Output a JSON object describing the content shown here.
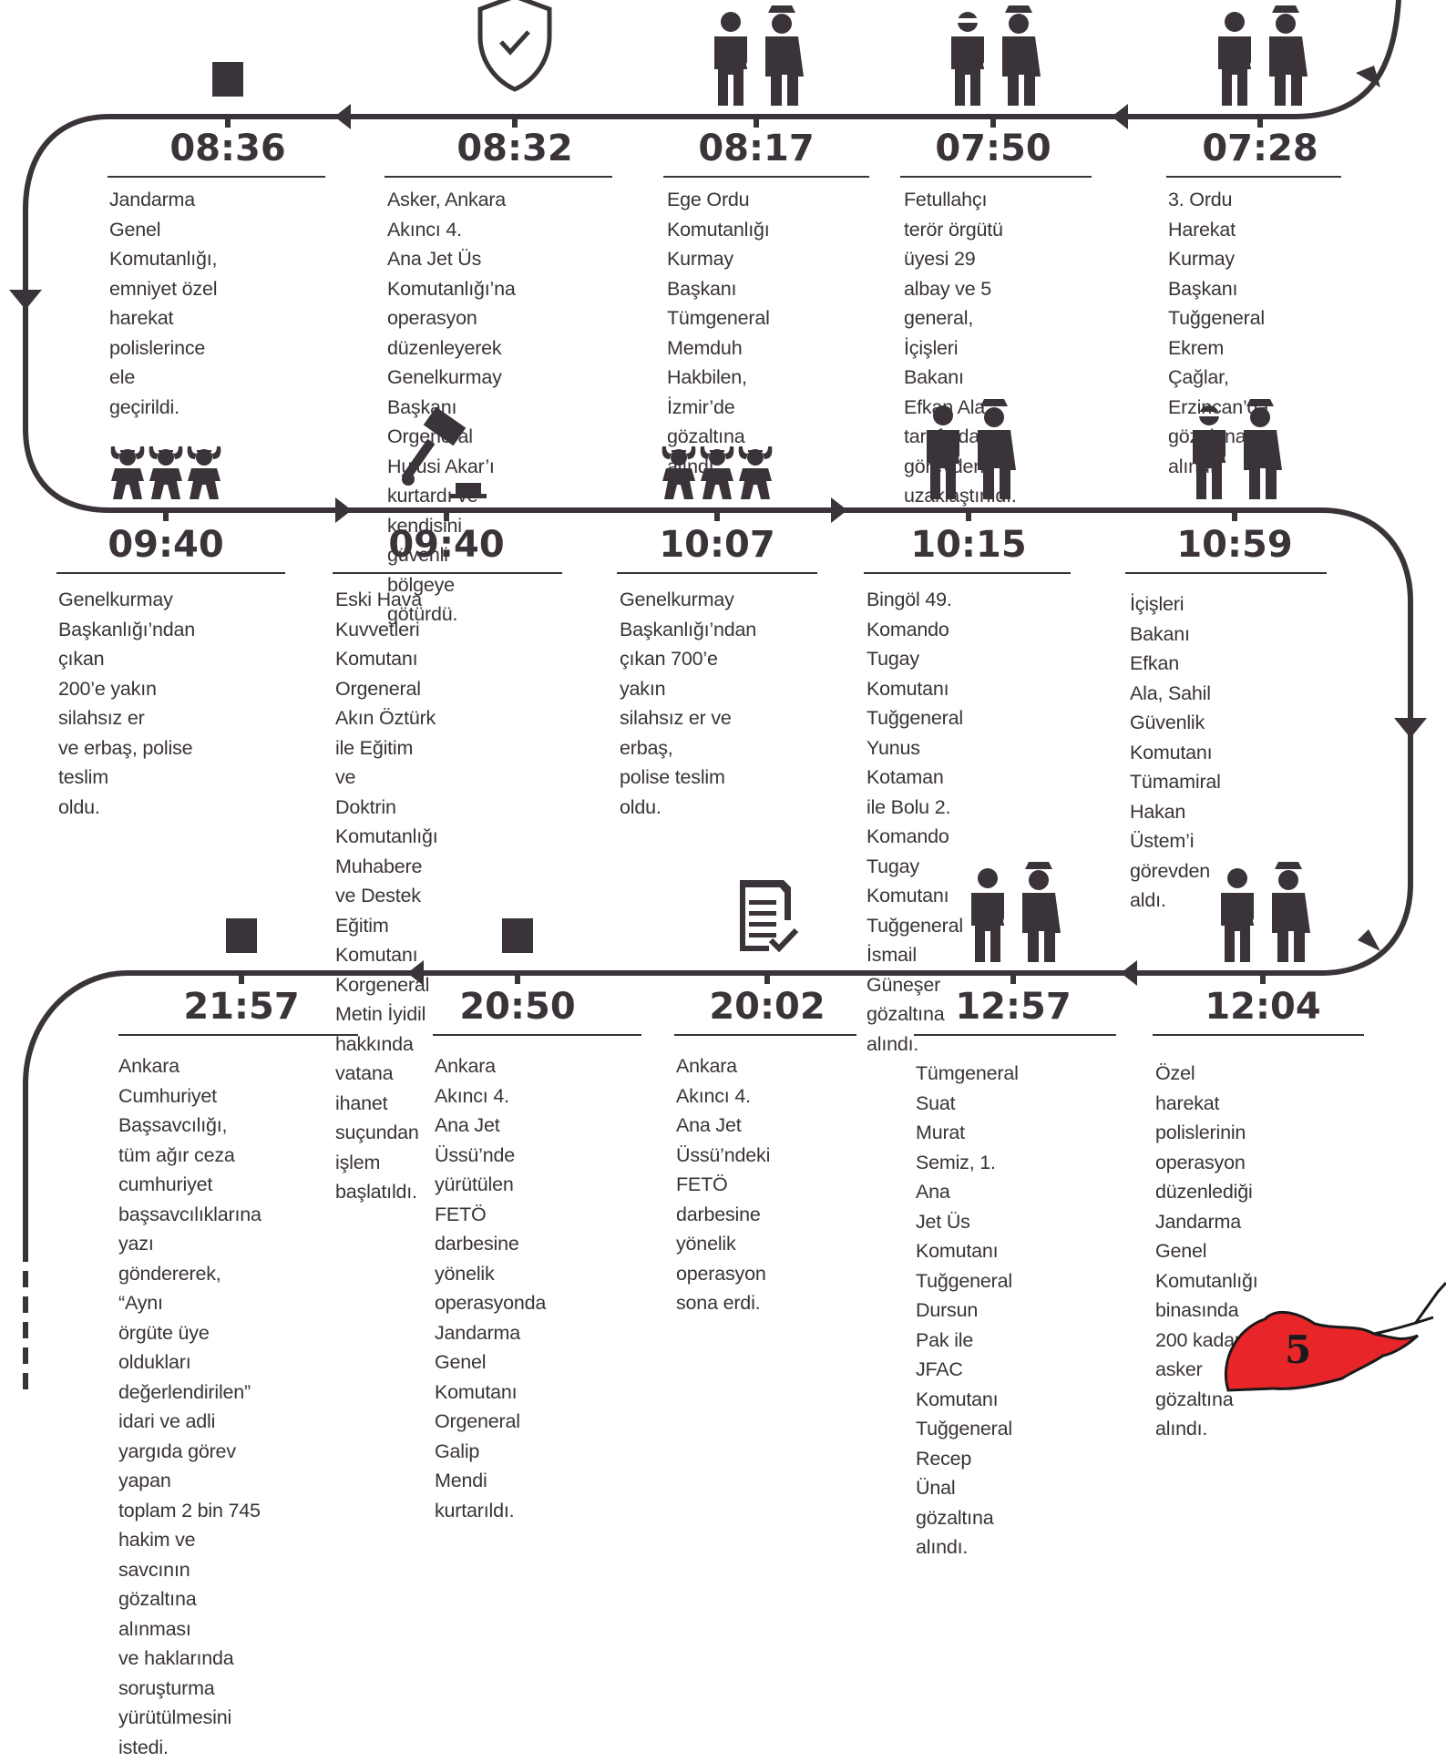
{
  "colors": {
    "ink": "#3a3339",
    "badge_red": "#e8262a"
  },
  "rows": [
    {
      "events": [
        {
          "time": "08:36",
          "icon": "square-icon",
          "text": "Jandarma Genel\nKomutanlığı, emniyet özel\nharekat polislerince ele\ngeçirildi."
        },
        {
          "time": "08:32",
          "icon": "shield-check-icon",
          "text": "Asker, Ankara Akıncı 4.\nAna Jet Üs Komutanlığı’na\noperasyon düzenleyerek\nGenelkurmay Başkanı\nOrgeneral Hulusi Akar’ı\nkurtardı ve kendisini\ngüvenli bölgeye götürdü."
        },
        {
          "time": "08:17",
          "icon": "arrested-person-with-police-icon",
          "text": "Ege Ordu\nKomutanlığı Kurmay\nBaşkanı Tümgeneral\nMemduh Hakbilen,\nİzmir’de gözaltına\nalındı."
        },
        {
          "time": "07:50",
          "icon": "masked-detainee-with-police-icon",
          "text": "Fetullahçı terör örgütü\nüyesi 29 albay ve 5\ngeneral, İçişleri Bakanı\nEfkan Ala tarafından\ngörevden uzaklaştırıldı."
        },
        {
          "time": "07:28",
          "icon": "arrested-person-with-police-icon",
          "text": "3. Ordu Harekat\nKurmay Başkanı\nTuğgeneral Ekrem\nÇağlar, Erzincan’da\ngözaltına alındı."
        }
      ]
    },
    {
      "events": [
        {
          "time": "09:40",
          "icon": "surrendering-soldiers-icon",
          "text": "Genelkurmay\nBaşkanlığı’ndan çıkan\n200’e yakın silahsız er\nve erbaş, polise teslim\noldu."
        },
        {
          "time": "09:40",
          "icon": "gavel-icon",
          "text": "Eski Hava Kuvvetleri\nKomutanı Orgeneral\nAkın Öztürk ile Eğitim ve\nDoktrin Komutanlığı\nMuhabere ve Destek\nEğitim Komutanı\nKorgeneral Metin İyidil\nhakkında vatana ihanet\nsuçundan işlem\nbaşlatıldı."
        },
        {
          "time": "10:07",
          "icon": "surrendering-soldiers-icon",
          "text": "Genelkurmay\nBaşkanlığı’ndan\nçıkan 700’e yakın\nsilahsız er ve erbaş,\npolise teslim oldu."
        },
        {
          "time": "10:15",
          "icon": "arrested-person-with-police-icon",
          "text": "Bingöl 49. Komando\nTugay Komutanı\nTuğgeneral Yunus\nKotaman ile Bolu 2.\nKomando Tugay\nKomutanı\nTuğgeneral İsmail\nGüneşer gözaltına\nalındı."
        },
        {
          "time": "10:59",
          "icon": "masked-detainee-with-police-icon",
          "text": "İçişleri Bakanı Efkan\nAla, Sahil Güvenlik\nKomutanı Tümamiral\nHakan Üstem’i\ngörevden aldı."
        }
      ]
    },
    {
      "events": [
        {
          "time": "21:57",
          "icon": "square-icon",
          "text": "Ankara Cumhuriyet\nBaşsavcılığı, tüm ağır ceza\ncumhuriyet başsavcılıklarına\nyazı göndererek, “Aynı\nörgüte üye oldukları\ndeğerlendirilen” idari ve adli\nyargıda görev yapan\ntoplam 2 bin 745 hakim ve\nsavcının gözaltına alınması\nve haklarında soruşturma\nyürütülmesini istedi."
        },
        {
          "time": "20:50",
          "icon": "square-icon",
          "text": "Ankara Akıncı 4.\nAna Jet Üssü’nde\nyürütülen FETÖ\ndarbesine yönelik\noperasyonda\nJandarma Genel\nKomutanı\nOrgeneral Galip\nMendi kurtarıldı."
        },
        {
          "time": "20:02",
          "icon": "document-check-icon",
          "text": "Ankara Akıncı 4.\nAna Jet Üssü’ndeki\nFETÖ darbesine\nyönelik operasyon\nsona erdi."
        },
        {
          "time": "12:57",
          "icon": "arrested-person-with-police-icon",
          "text": "Tümgeneral Suat\nMurat Semiz, 1. Ana\nJet Üs Komutanı\nTuğgeneral Dursun\nPak ile JFAC\nKomutanı\nTuğgeneral Recep\nÜnal gözaltına alındı."
        },
        {
          "time": "12:04",
          "icon": "arrested-person-with-police-icon",
          "text": "Özel harekat\npolislerinin operasyon\ndüzenlediği Jandarma\nGenel Komutanlığı\nbinasında 200 kadar\nasker gözaltına alındı."
        }
      ]
    }
  ],
  "badge": {
    "label": "5",
    "icon": "red-swoosh-badge-icon"
  }
}
